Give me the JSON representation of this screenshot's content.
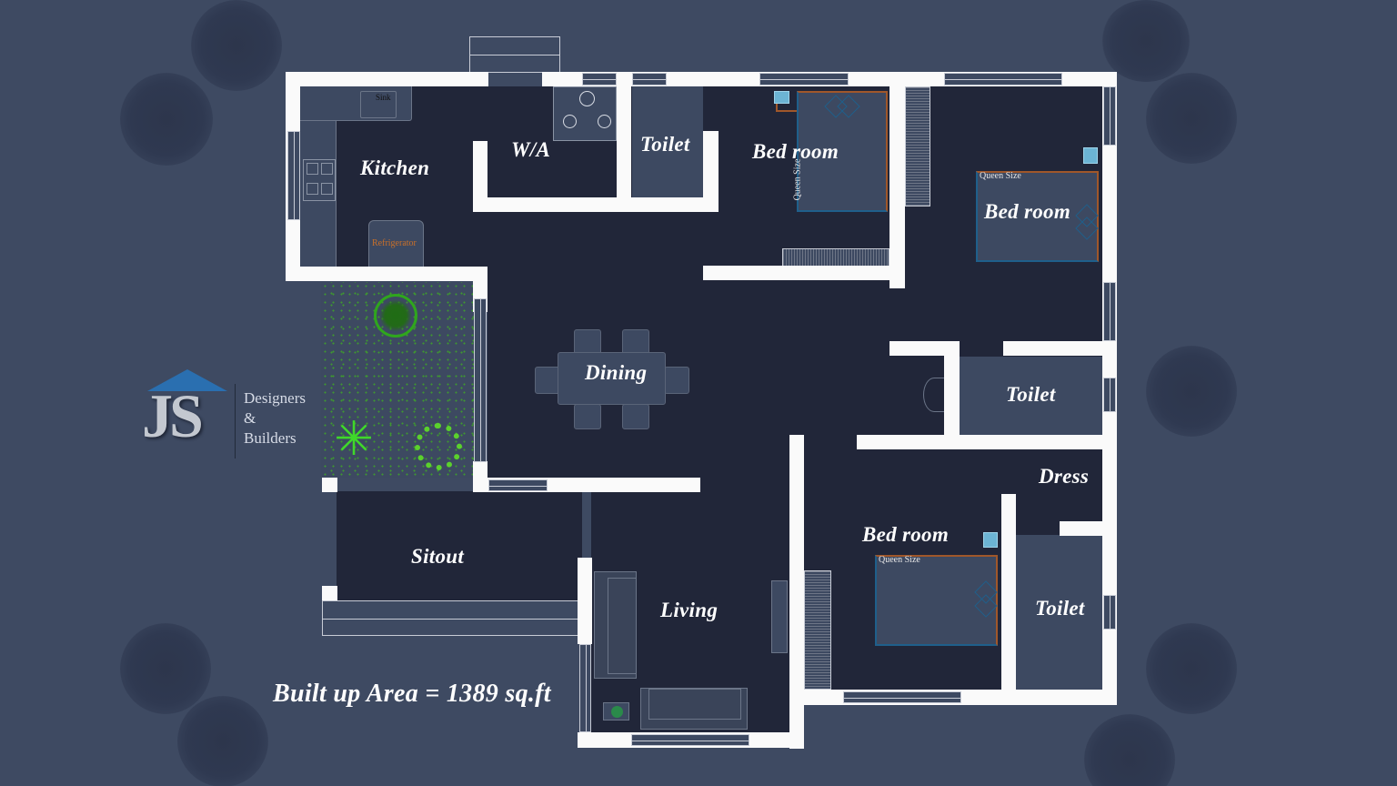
{
  "plan": {
    "title": "Built up Area = 1389 sq.ft",
    "built_up_area": "1389",
    "area_unit": "sq.ft"
  },
  "logo": {
    "monogram": "JS",
    "line1": "Designers",
    "line2": "&",
    "line3": "Builders"
  },
  "rooms": {
    "kitchen": "Kitchen",
    "wa": "W/A",
    "toilet_top": "Toilet",
    "bedroom_top": "Bed room",
    "bedroom_right": "Bed room",
    "dining": "Dining",
    "toilet_mid": "Toilet",
    "dress": "Dress",
    "bedroom_bottom": "Bed room",
    "toilet_bottom": "Toilet",
    "sitout": "Sitout",
    "living": "Living"
  },
  "fixtures": {
    "sink": "Sink",
    "refrigerator": "Refrigerator",
    "bed_size_1": "Queen Size",
    "bed_size_2": "Queen Size",
    "bed_size_3": "Queen Size"
  },
  "colors": {
    "background": "#3e4a62",
    "floor": "#212639",
    "wet_area": "#3d4961",
    "wall": "#fafafa",
    "bed_frame": "#a0572a",
    "nightstand": "#6cb4d4",
    "refrigerator_text": "#c8702a",
    "garden_green": "#3fbf2a"
  }
}
